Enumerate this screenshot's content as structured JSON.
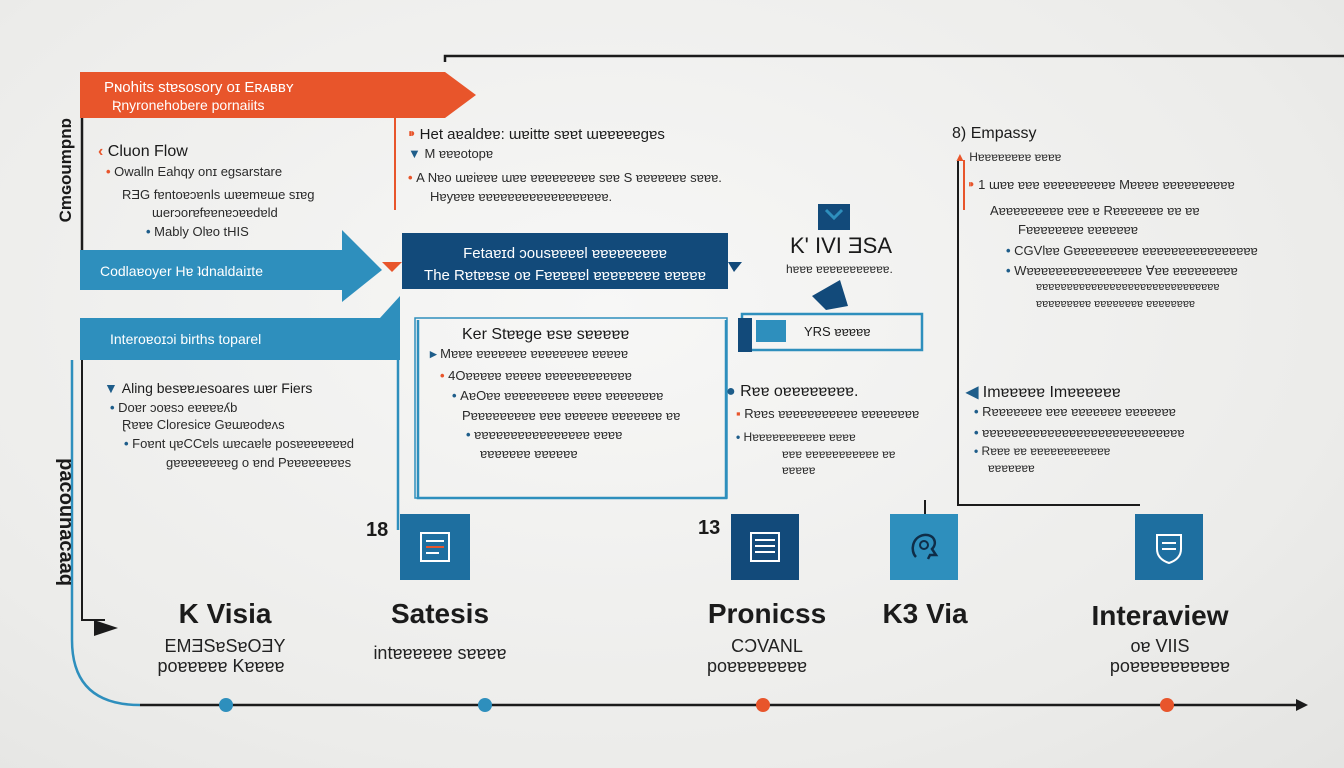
{
  "colors": {
    "orange": "#e8552b",
    "teal": "#2e8fbd",
    "navy": "#124a7a",
    "line": "#1b1b1b"
  },
  "left_vertical_1": "Cmɢoumpnɒ",
  "left_vertical_2": "bɐɐɔɐunoɔɐd",
  "orange_banner": {
    "line1": "Pɴohits stɐsosory oɪ Eʀᴀʙʙʏ",
    "line2": "Ʀnyronehobere pornaiits"
  },
  "left_block": {
    "title": "Cluon Flow",
    "line1": "Owalln Eahqy onɪ egsarstare",
    "line2": "RƎG fɐntoɐɔɐnls ɯɐɐmɐɯe sɪɐg",
    "line3": "ɯerɔorɐfɐɐnɐɔɐɐdɐld",
    "line4": "Mably Olɐo tHIS"
  },
  "teal_arrow_1": "Codlaɐoyer Hɐ ʇdnaldaiɪte",
  "teal_arrow_2": "Interoɐoɪɔi births toparel",
  "left_block2": {
    "title": "Aling besɐɐɹesoares ɯɐr Fiers",
    "line1": "Doɐr ɔoɐsɔ eɐɐɐɐʎb",
    "line2": "Ɽɐɐɐ Cloresicɐ Gɐɯɐodɐʌs",
    "line3": "Foɐnt ɥɐCCɐls ɯɐcaɐlɐ posɐɐɐɐɐɐɐd",
    "line4": "gɐɐɐɐɐɐɐɐg o ɐnd Pɐɐɐɐɐɐɐɐs"
  },
  "middle_top": {
    "title": "Het aɐaldɐɐ: ɯɐittɐ sɐɐt ɯɐɐɐɐɐgɐs",
    "sub": "M ɐɐɐotopɐ",
    "line1": "A Nɐo ɯɐiɐɐɐ ɯɐɐ ɐɐɐɐɐɐɐɐɐ sɐɐ S ɐɐɐɐɐɐɐ sɐɐɐ.",
    "line2": "Hɐyɐɐɐ ɐɐɐɐɐɐɐɐɐɐɐɐɐɐɐɐɐɐ."
  },
  "navy_box": {
    "line1": "Fetaɐɪd ɔousɐɐɐɐl ɐɐɐɐɐɐɐɐɐ",
    "line2": "The Rɐtɐɐsɐ oɐ Fɐɐɐɐɐl ɐɐɐɐɐɐɐɐ ɐɐɐɐɐ"
  },
  "k_visa": {
    "title": "K' IVI ƎSA",
    "sub": "hɐɐɐ ɐɐɐɐɐɐɐɐɐɐɐ."
  },
  "middle_block": {
    "title": "Ker Stɐɐge ɐsɐ sɐɐɐɐɐ",
    "line1": "Mɐɐɐ ɐɐɐɐɐɐɐ ɐɐɐɐɐɐɐɐ ɐɐɐɐɐ",
    "line2": "4Oɐɐɐɐɐ ɐɐɐɐɐ ɐɐɐɐɐɐɐɐɐɐɐɐ",
    "line3": "AɐOɐɐ ɐɐɐɐɐɐɐɐɐ ɐɐɐɐ ɐɐɐɐɐɐɐɐ",
    "line4": "Pɐɐɐɐɐɐɐɐɐ ɐɐɐ ɐɐɐɐɐɐ ɐɐɐɐɐɐɐ ɐɐ",
    "line5": "ɐɐɐɐɐɐɐɐɐɐɐɐɐɐɐɐ ɐɐɐɐ",
    "line6": "ɐɐɐɐɐɐɐ ɐɐɐɐɐɐ"
  },
  "yrs_box": "YRS ɐɐɐɐɐ",
  "res_block": {
    "title": "Rɐɐ oɐɐɐɐɐɐɐɐ.",
    "line1": "Rɐɐs ɐɐɐɐɐɐɐɐɐɐɐ ɐɐɐɐɐɐɐɐ",
    "line2": "Hɐɐɐɐɐɐɐɐɐɐɐ ɐɐɐɐ",
    "line3": "ɐɐɐ ɐɐɐɐɐɐɐɐɐɐɐ ɐɐ",
    "line4": "ɐɐɐɐɐ"
  },
  "embassy_block": {
    "num": "8",
    "title": "Empassy",
    "sub": "Hɐɐɐɐɐɐɐɐ ɐɐɐɐ",
    "line1": "1 ɯɐɐ ɐɐɐ ɐɐɐɐɐɐɐɐɐɐ Mɐɐɐɐ ɐɐɐɐɐɐɐɐɐɐ",
    "line2": "Aɐɐɐɐɐɐɐɐɐ ɐɐɐ ɐ Rɐɐɐɐɐɐɐ ɐɐ ɐɐ",
    "line3": "Fɐɐɐɐɐɐɐɐ ɐɐɐɐɐɐɐ",
    "line4": "CGVlɐɐ Gɐɐɐɐɐɐɐɐɐ ɐɐɐɐɐɐɐɐɐɐɐɐɐɐɐɐ",
    "line5": "Wɐɐɐɐɐɐɐɐɐɐɐɐɐɐɐɐ Ɐɐɐ ɐɐɐɐɐɐɐɐɐ",
    "line6": "ɐɐɐɐɐɐɐɐɐɐɐɐɐɐɐɐɐɐɐɐɐɐɐɐɐɐɐɐɐɐ",
    "line7": "ɐɐɐɐɐɐɐɐɐ ɐɐɐɐɐɐɐɐ ɐɐɐɐɐɐɐɐ"
  },
  "imaɐsti_block": {
    "title": "Imɐɐɐɐɐ Imɐɐɐɐɐɐ",
    "line1": "Rɐɐɐɐɐɐɐ ɐɐɐ ɐɐɐɐɐɐɐ ɐɐɐɐɐɐɐ",
    "line2": "ɐɐɐɐɐɐɐɐɐɐɐɐɐɐɐɐɐɐɐɐɐɐɐɐɐɐɐɐ",
    "line3": "Rɐɐɐ ɐɐ ɐɐɐɐɐɐɐɐɐɐɐɐ",
    "line4": "ɐɐɐɐɐɐɐ"
  },
  "numbers": {
    "n1": "18",
    "n2": "13"
  },
  "bottom": [
    {
      "title": "K Visia",
      "sub1": "EMƎSɐSɐOƎY",
      "sub2": "poɐɐɐɐɐ Kɐɐɐɐ"
    },
    {
      "title": "Satesis",
      "sub1": "intɐɐɐɐɐɐ sɐɐɐɐ",
      "sub2": ""
    },
    {
      "title": "Pronicss",
      "sub1": "CƆVANL",
      "sub2": "poɐɐɐɐɐɐɐɐ"
    },
    {
      "title": "K3 Via",
      "sub1": "",
      "sub2": ""
    },
    {
      "title": "Interaview",
      "sub1": "oɐ VIIS",
      "sub2": "poɐɐɐɐɐɐɐɐɐɐ"
    }
  ]
}
